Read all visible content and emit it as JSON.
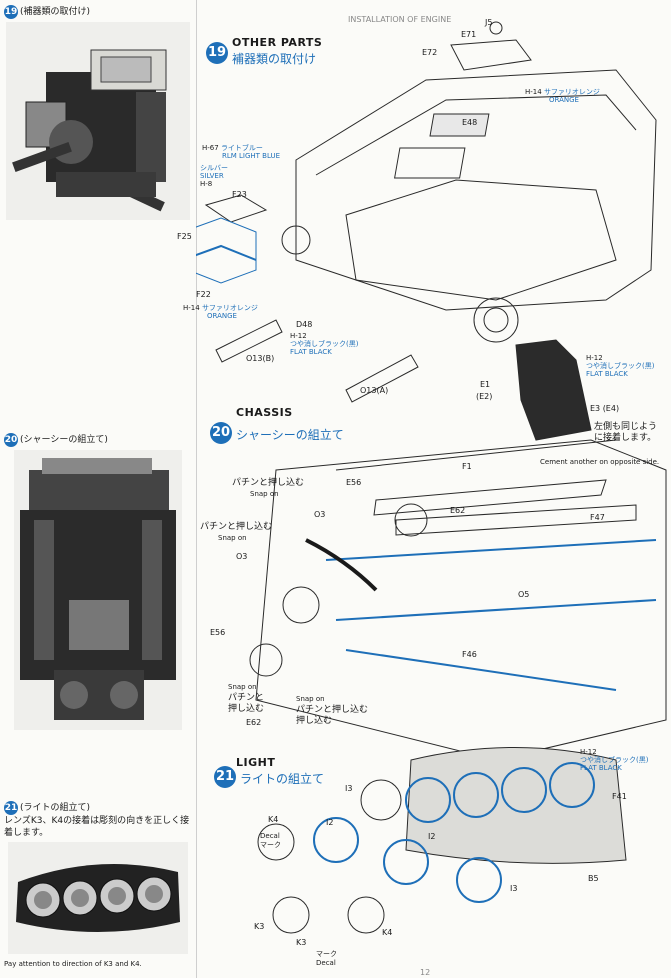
{
  "left_column": {
    "step19": {
      "num": "19",
      "caption": "(補器類の取付け)"
    },
    "step20": {
      "num": "20",
      "caption": "(シャーシーの組立て)"
    },
    "step21": {
      "num": "21",
      "caption": "(ライトの組立て)",
      "note_jp": "レンズK3、K4の接着は彫刻の向きを正しく接着します。",
      "note_en": "Pay attention to direction of K3 and K4."
    }
  },
  "sections": {
    "s19": {
      "num": "19",
      "en": "OTHER PARTS",
      "jp": "補器類の取付け"
    },
    "s20": {
      "num": "20",
      "en": "CHASSIS",
      "jp": "シャーシーの組立て"
    },
    "s21": {
      "num": "21",
      "en": "LIGHT",
      "jp": "ライトの組立て"
    }
  },
  "header_text": "INSTALLATION OF ENGINE",
  "paints": {
    "h67": {
      "code": "H-67",
      "jp": "ライトブルー",
      "en": "RLM LIGHT BLUE"
    },
    "h8": {
      "code": "H-8",
      "jp": "シルバー",
      "en": "SILVER"
    },
    "h14_top": {
      "code": "H-14",
      "jp": "サファリオレンジ",
      "en": "ORANGE"
    },
    "h14_left": {
      "code": "H-14",
      "jp": "サファリオレンジ",
      "en": "ORANGE"
    },
    "h12_mid": {
      "code": "H-12",
      "jp": "つや消しブラック(黒)",
      "en": "FLAT BLACK"
    },
    "h12_right": {
      "code": "H-12",
      "jp": "つや消しブラック(黒)",
      "en": "FLAT BLACK"
    },
    "h12_light": {
      "code": "H-12",
      "jp": "つや消しブラック(黒)",
      "en": "FLAT BLACK"
    }
  },
  "parts19": {
    "j5": "J5",
    "e71": "E71",
    "e72": "E72",
    "e48": "E48",
    "f23": "F23",
    "f25": "F25",
    "f22": "F22",
    "d48": "D48",
    "o13b": "O13(B)",
    "o13a": "O13(A)",
    "e1": "E1",
    "e2": "(E2)",
    "e3": "E3 (E4)"
  },
  "note19": {
    "jp1": "左側も同じよう",
    "jp2": "に接着します。",
    "en": "Cement another on opposite side."
  },
  "parts20": {
    "f1": "F1",
    "f47": "F47",
    "f46": "F46",
    "e56a": "E56",
    "e56b": "E56",
    "e62a": "E62",
    "e62b": "E62",
    "o3a": "O3",
    "o3b": "O3",
    "o5": "O5",
    "snap_jp1": "パチンと押し込む",
    "snap_en1": "Snap on",
    "snap_jp2": "パチンと押し込む",
    "snap_en2": "Snap on",
    "snap_jp3": "パチンと押し込む",
    "snap_en3": "Snap on",
    "snap_jp4a": "パチンと",
    "snap_jp4b": "押し込む",
    "snap_en4": "Snap on"
  },
  "parts21": {
    "i3a": "I3",
    "i2a": "I2",
    "i2b": "I2",
    "i3b": "I3",
    "k4a": "K4",
    "k4b": "K4",
    "k3a": "K3",
    "k3b": "K3",
    "f41": "F41",
    "b5": "B5",
    "decal_en": "Decal",
    "decal_jp": "マーク",
    "decal_en2": "Decal",
    "decal_jp2": "マーク"
  },
  "colors": {
    "accent": "#1e6fb8",
    "line": "#2a2a2a"
  },
  "page_num": "12"
}
